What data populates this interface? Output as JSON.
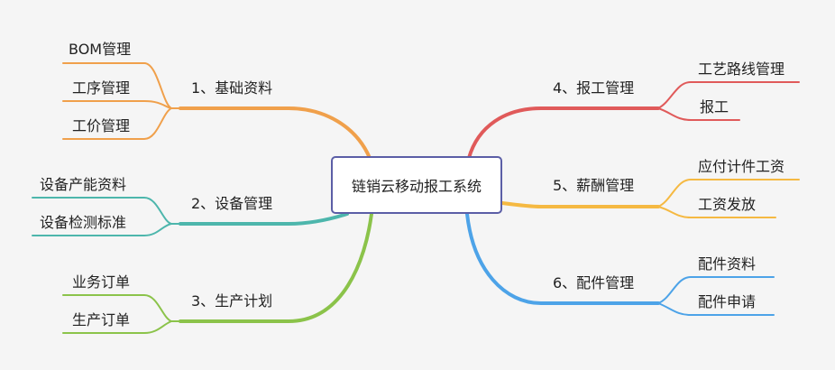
{
  "center": {
    "label": "链销云移动报工系统"
  },
  "branches": [
    {
      "id": "b1",
      "label": "1、基础资料",
      "color": "#f0a04b",
      "children": [
        "BOM管理",
        "工序管理",
        "工价管理"
      ]
    },
    {
      "id": "b2",
      "label": "2、设备管理",
      "color": "#4db6ac",
      "children": [
        "设备产能资料",
        "设备检测标准"
      ]
    },
    {
      "id": "b3",
      "label": "3、生产计划",
      "color": "#8bc34a",
      "children": [
        "业务订单",
        "生产订单"
      ]
    },
    {
      "id": "b4",
      "label": "4、报工管理",
      "color": "#e05a5a",
      "children": [
        "工艺路线管理",
        "报工"
      ]
    },
    {
      "id": "b5",
      "label": "5、薪酬管理",
      "color": "#f5b942",
      "children": [
        "应付计件工资",
        "工资发放"
      ]
    },
    {
      "id": "b6",
      "label": "6、配件管理",
      "color": "#4da3e8",
      "children": [
        "配件资料",
        "配件申请"
      ]
    }
  ]
}
